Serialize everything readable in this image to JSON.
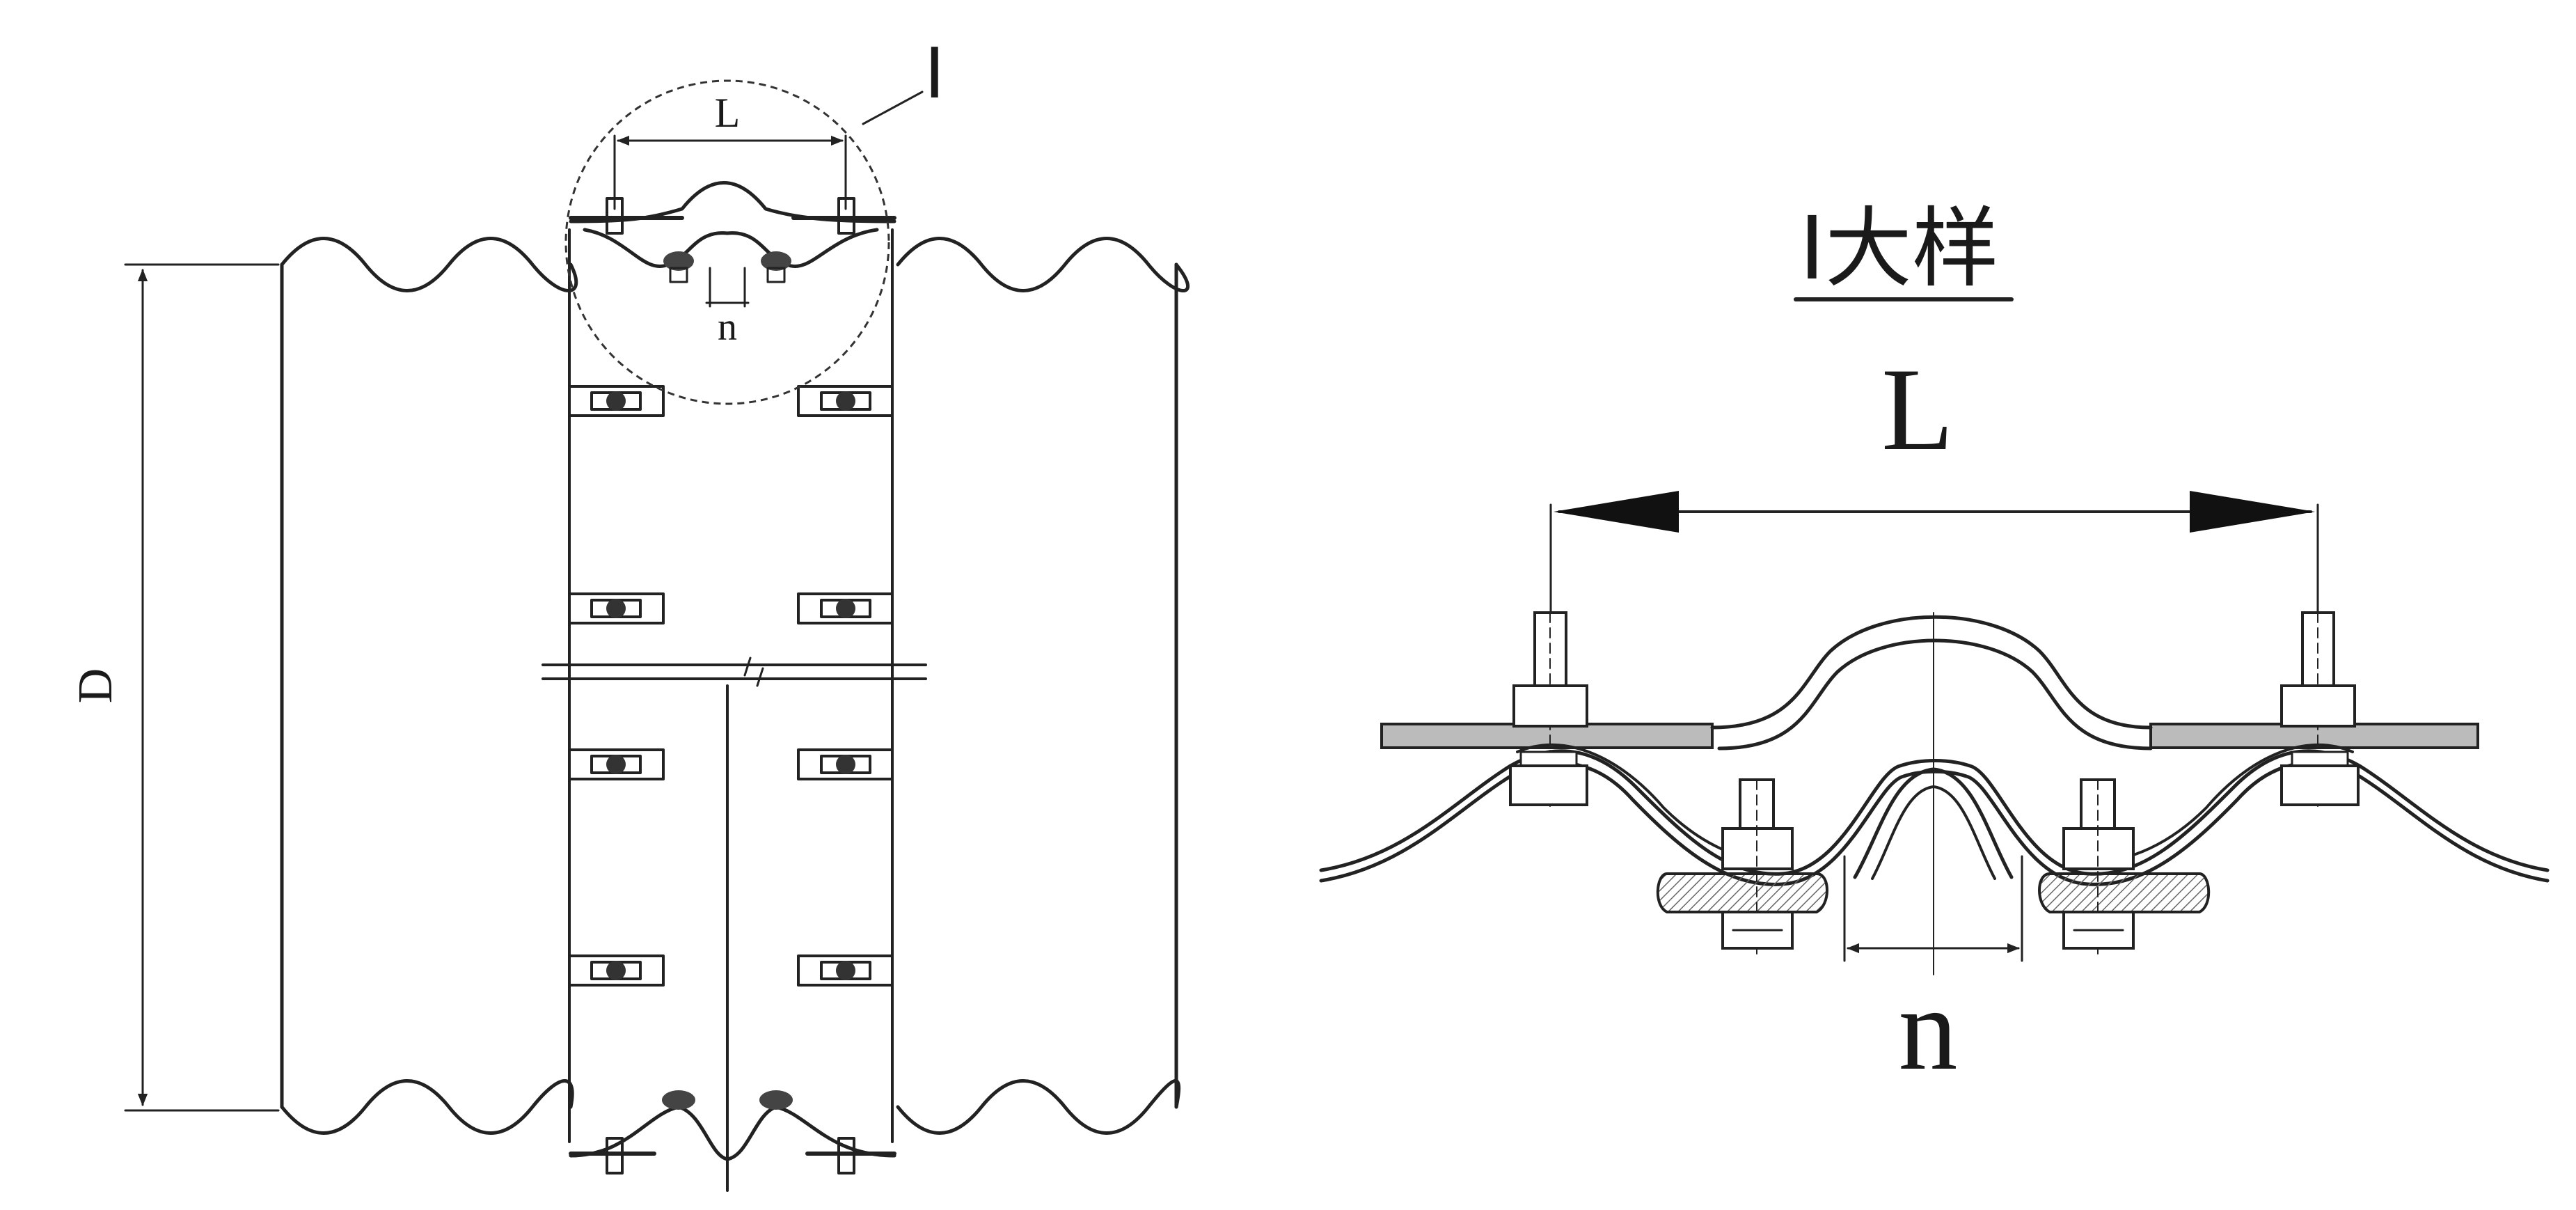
{
  "left_view": {
    "detail_marker": "I",
    "dim_length": "L",
    "dim_height": "n",
    "dim_diameter": "D"
  },
  "detail_view": {
    "title": "I大样",
    "dim_length": "L",
    "dim_height": "n"
  },
  "colors": {
    "line": "#222222",
    "hatch": "#666666",
    "background": "#ffffff"
  }
}
